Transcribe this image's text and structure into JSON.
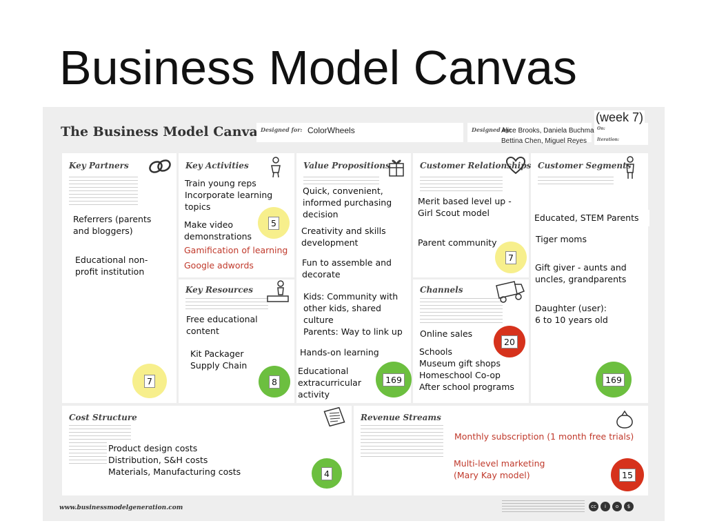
{
  "slide": {
    "title": "Business Model Canvas"
  },
  "header": {
    "canvas_title": "The Business Model Canvas",
    "designed_for_label": "Designed for:",
    "designed_for_value": "ColorWheels",
    "designed_by_label": "Designed by:",
    "designed_by_line1": "Alice Brooks, Daniela Buchman,",
    "designed_by_line2": "Bettina Chen, Miguel Reyes",
    "on_label": "On:",
    "iteration_label": "Iteration:",
    "week": "(week 7)"
  },
  "blocks": {
    "key_partners": {
      "title": "Key Partners",
      "notes": [
        "Referrers (parents",
        "and bloggers)",
        "Educational non-",
        "profit institution"
      ],
      "badge": "7",
      "icon": "link-chain-icon"
    },
    "key_activities": {
      "title": "Key Activities",
      "notes": [
        "Train young reps",
        "Incorporate learning",
        "topics",
        "Make video",
        "demonstrations"
      ],
      "red_notes": [
        "Gamification of learning",
        "Google adwords"
      ],
      "badge": "5",
      "icon": "worker-icon"
    },
    "key_resources": {
      "title": "Key Resources",
      "notes": [
        "Free educational",
        "content",
        "Kit Packager",
        "Supply Chain"
      ],
      "badge": "8",
      "icon": "factory-worker-icon"
    },
    "value_propositions": {
      "title": "Value Propositions",
      "notes": [
        "Quick, convenient,",
        "informed purchasing",
        "decision",
        "Creativity and skills",
        "development",
        "Fun to assemble and",
        "decorate",
        "Kids: Community with",
        "other kids, shared",
        "culture",
        "Parents: Way to link up",
        "Hands-on learning",
        "Educational",
        "extracurricular",
        "activity"
      ],
      "badge": "169",
      "icon": "gift-icon"
    },
    "customer_relationships": {
      "title": "Customer Relationships",
      "notes": [
        "Merit based level up -",
        "Girl Scout model",
        "Parent community"
      ],
      "badge": "7",
      "icon": "heart-icon"
    },
    "channels": {
      "title": "Channels",
      "notes": [
        "Online sales",
        "Schools",
        "Museum gift shops",
        "Homeschool Co-op",
        "After school programs"
      ],
      "badge": "20",
      "icon": "truck-icon"
    },
    "customer_segments": {
      "title": "Customer Segments",
      "notes": [
        "Educated, STEM Parents",
        "Tiger moms",
        "Gift giver - aunts and",
        "uncles, grandparents",
        "Daughter (user):",
        "6 to 10 years old"
      ],
      "badge": "169",
      "icon": "person-icon"
    },
    "cost_structure": {
      "title": "Cost Structure",
      "notes": [
        "Product design costs",
        "Distribution, S&H costs",
        "Materials, Manufacturing costs"
      ],
      "badge": "4",
      "icon": "receipt-icon"
    },
    "revenue_streams": {
      "title": "Revenue Streams",
      "red_notes": [
        "Monthly subscription (1 month free trials)",
        "Multi-level marketing",
        "(Mary Kay model)"
      ],
      "badge": "15",
      "icon": "money-bag-icon"
    }
  },
  "footer": {
    "url": "www.businessmodelgeneration.com"
  },
  "colors": {
    "badge_yellow": "#f7ef8c",
    "badge_green": "#6cbf3f",
    "badge_red": "#d6321c",
    "red_text": "#c0392b"
  }
}
